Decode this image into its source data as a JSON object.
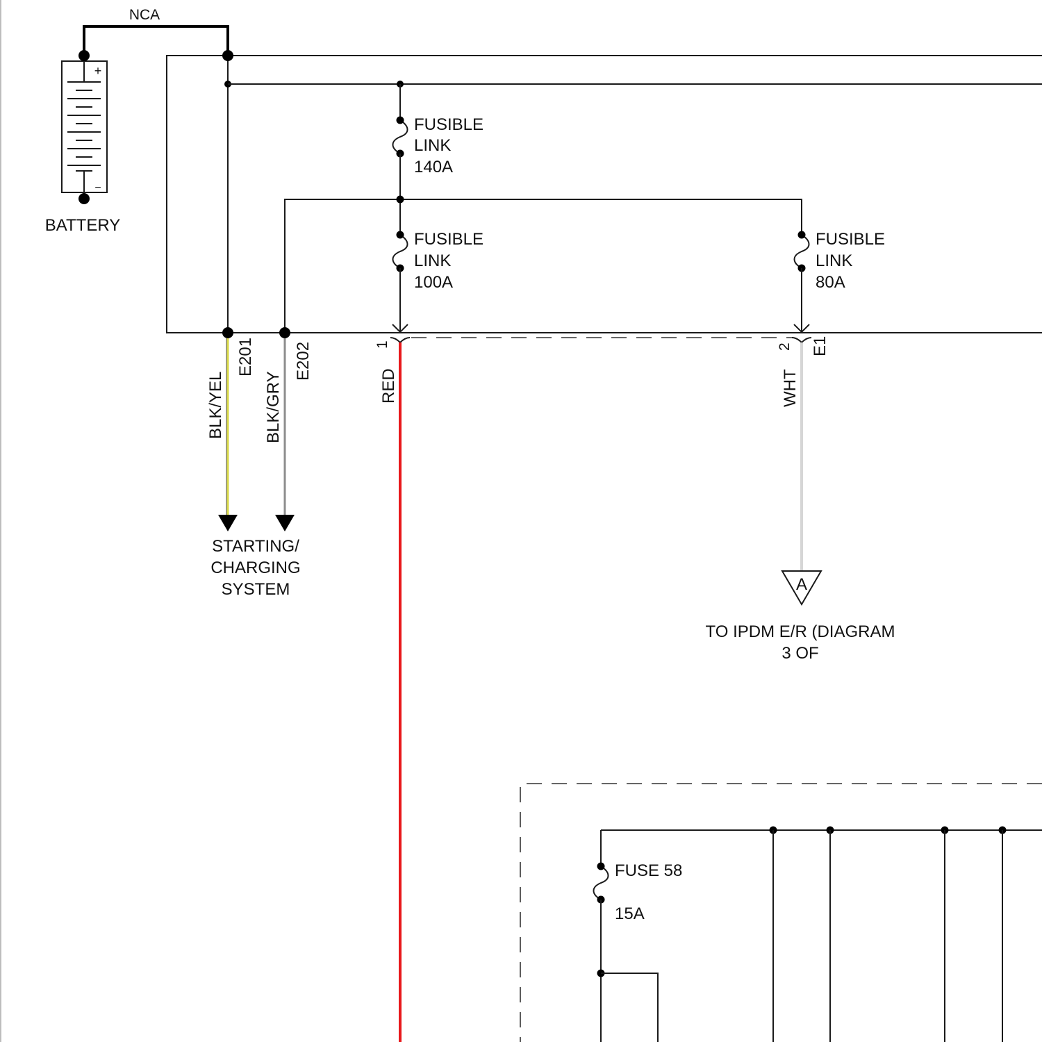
{
  "diagram": {
    "nca_label": "NCA",
    "battery": {
      "label": "BATTERY",
      "plus": "+",
      "minus": "−"
    },
    "fusible_links": [
      {
        "line1": "FUSIBLE",
        "line2": "LINK",
        "rating": "140A"
      },
      {
        "line1": "FUSIBLE",
        "line2": "LINK",
        "rating": "100A"
      },
      {
        "line1": "FUSIBLE",
        "line2": "LINK",
        "rating": "80A"
      }
    ],
    "connectors": {
      "e201": "E201",
      "e202": "E202",
      "e1": "E1",
      "pin1": "1",
      "pin2": "2"
    },
    "wires": [
      {
        "label": "BLK/YEL",
        "color": "#d9d94a"
      },
      {
        "label": "BLK/GRY",
        "color": "#8c8c8c"
      },
      {
        "label": "RED",
        "color": "#e8191c"
      },
      {
        "label": "WHT",
        "color": "#d6d6d6"
      }
    ],
    "starting_system": {
      "line1": "STARTING/",
      "line2": "CHARGING",
      "line3": "SYSTEM"
    },
    "offpage": {
      "symbol": "A",
      "line1": "TO IPDM E/R (DIAGRAM",
      "line2": "3 OF"
    },
    "fuse58": {
      "name": "FUSE 58",
      "rating": "15A"
    }
  }
}
